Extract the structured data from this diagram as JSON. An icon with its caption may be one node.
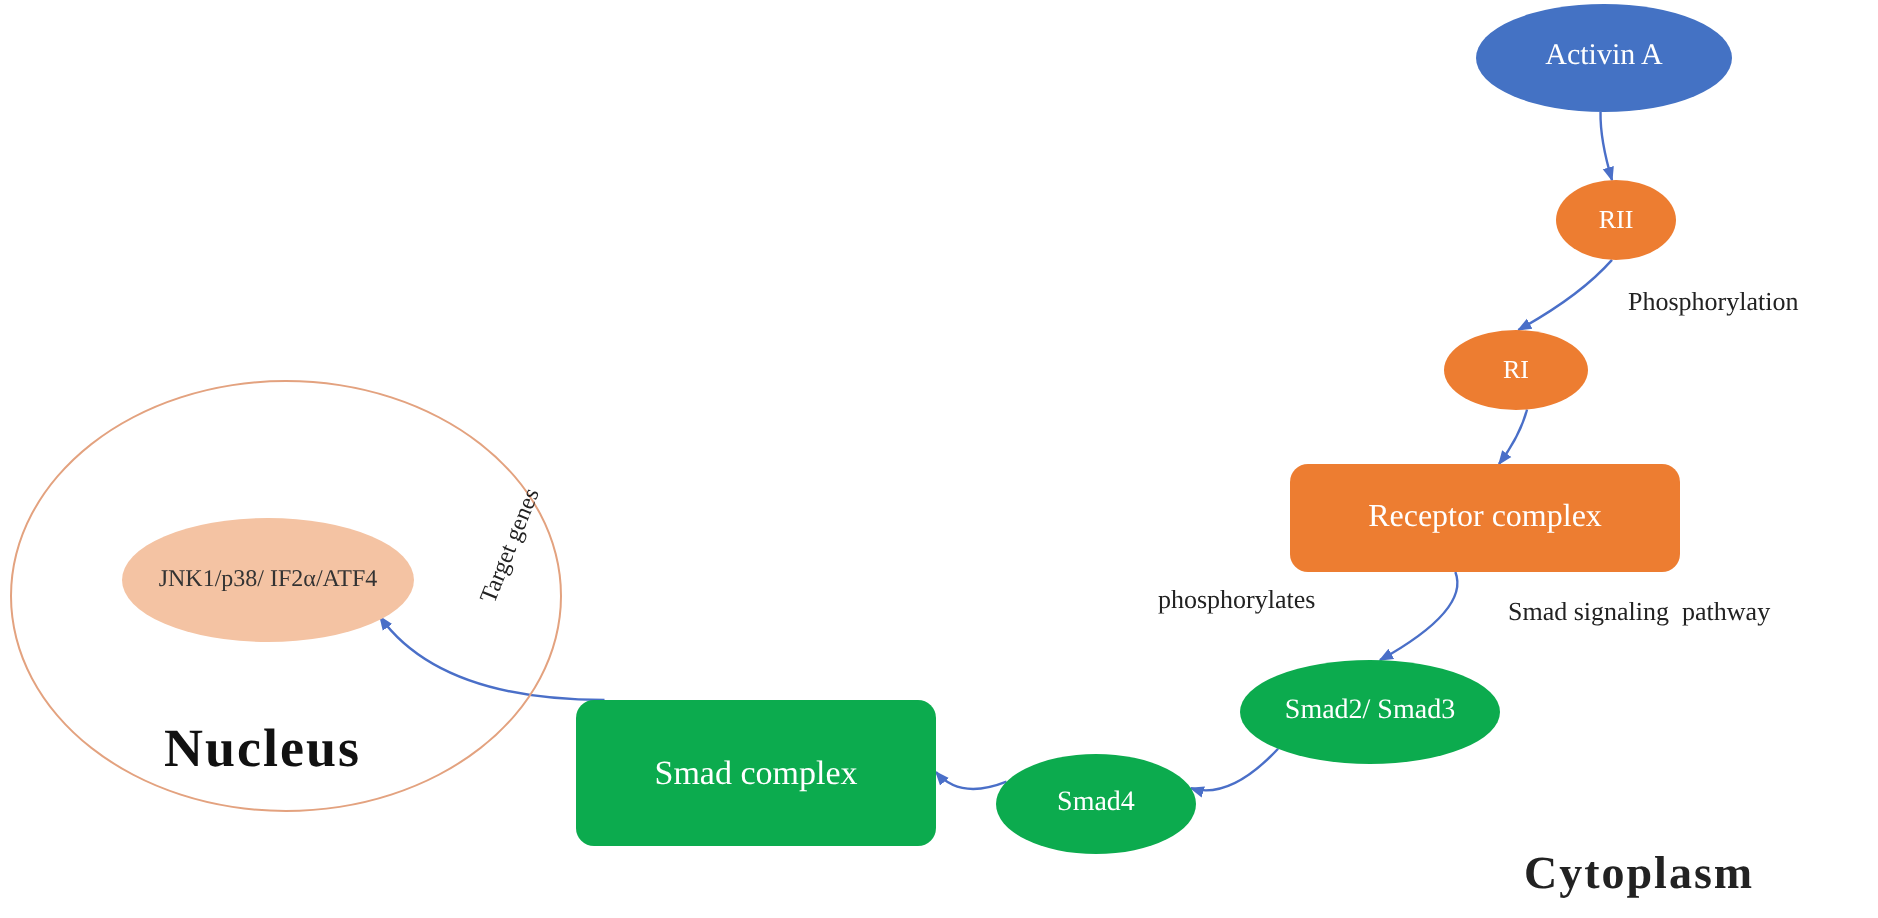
{
  "diagram": {
    "nodes": [
      {
        "text": [
          "Nucleus"
        ]
      },
      {
        "text": [
          "JNK1/p38/ IF2α/ATF4"
        ],
        "in": 0
      },
      {
        "text": [
          "Activin A"
        ]
      },
      {
        "text": [
          "RII"
        ]
      },
      {
        "text": [
          "RI"
        ]
      },
      {
        "text": [
          "Receptor complex"
        ]
      },
      {
        "text": [
          "Smad2/ Smad3"
        ]
      },
      {
        "text": [
          "Smad4"
        ]
      },
      {
        "text": [
          "Smad complex"
        ]
      }
    ],
    "edges": [
      {
        "from": 2,
        "to": 3,
        "arrow": "to"
      },
      {
        "from": 3,
        "to": 4,
        "arrow": "to",
        "label": "Phosphorylation"
      },
      {
        "from": 4,
        "to": 5,
        "arrow": "to"
      },
      {
        "from": 5,
        "to": 6,
        "arrow": "to",
        "label": "phosphorylates"
      },
      {
        "from": 6,
        "to": 7,
        "arrow": "to"
      },
      {
        "from": 7,
        "to": 8,
        "arrow": "to"
      },
      {
        "from": 8,
        "to": 1,
        "arrow": "to",
        "label": "Target genes"
      }
    ],
    "labels": [
      "Smad signaling  pathway",
      "Cytoplasm"
    ]
  }
}
